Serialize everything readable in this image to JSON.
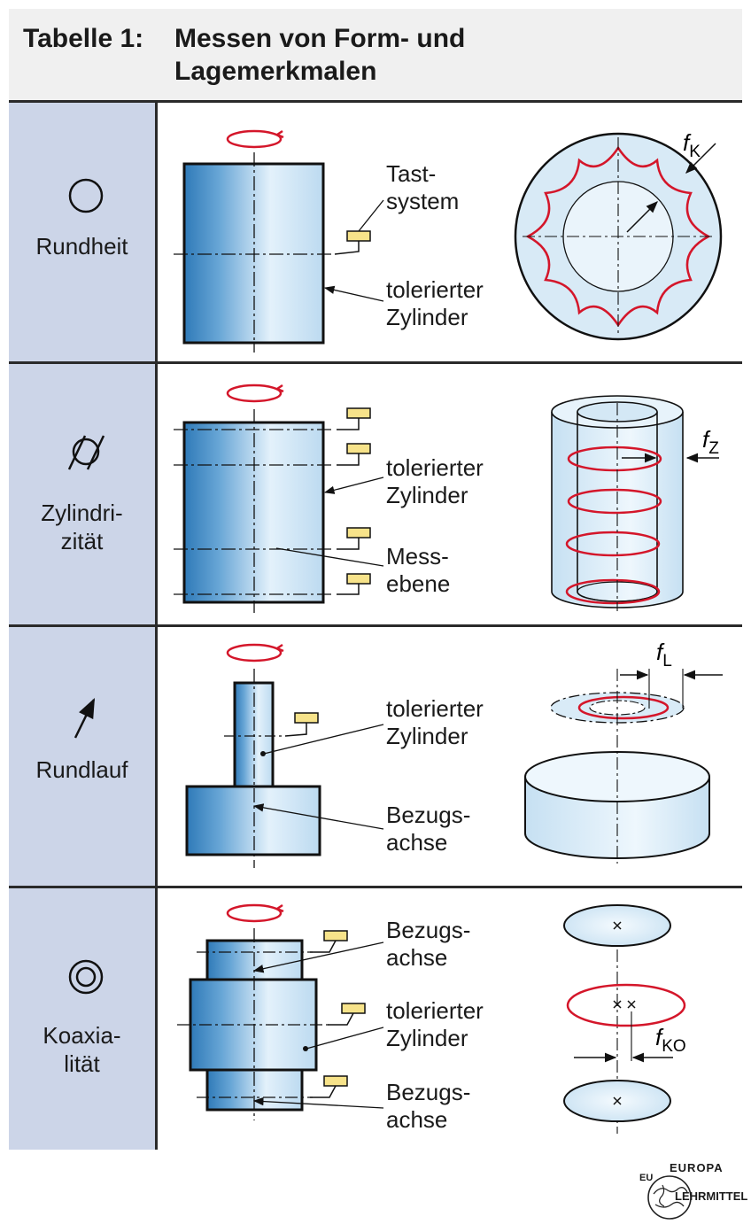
{
  "title": {
    "label": "Tabelle 1:",
    "line1": "Messen von Form- und",
    "line2": "Lagemerkmalen"
  },
  "rows": [
    {
      "name": "Rundheit",
      "symbol_icon": "circle-icon",
      "name_lines": [
        "Rundheit"
      ],
      "labels": {
        "tast1": "Tast-",
        "tast2": "system",
        "tol1": "tolerierter",
        "tol2": "Zylinder"
      },
      "deviation": {
        "letter": "f",
        "sub": "K"
      }
    },
    {
      "name": "Zylindrizität",
      "symbol_icon": "cylindricity-icon",
      "name_lines": [
        "Zylindri-",
        "zität"
      ],
      "labels": {
        "tol1": "tolerierter",
        "tol2": "Zylinder",
        "mess1": "Mess-",
        "mess2": "ebene"
      },
      "deviation": {
        "letter": "f",
        "sub": "Z"
      }
    },
    {
      "name": "Rundlauf",
      "symbol_icon": "runout-arrow-icon",
      "name_lines": [
        "Rundlauf"
      ],
      "labels": {
        "tol1": "tolerierter",
        "tol2": "Zylinder",
        "bez1": "Bezugs-",
        "bez2": "achse"
      },
      "deviation": {
        "letter": "f",
        "sub": "L"
      }
    },
    {
      "name": "Koaxialität",
      "symbol_icon": "concentric-circles-icon",
      "name_lines": [
        "Koaxia-",
        "lität"
      ],
      "labels": {
        "bezA1": "Bezugs-",
        "bezA2": "achse",
        "tol1": "tolerierter",
        "tol2": "Zylinder",
        "bezB1": "Bezugs-",
        "bezB2": "achse"
      },
      "deviation": {
        "letter": "f",
        "sub": "KO"
      }
    }
  ],
  "logo": {
    "top": "EUROPA",
    "left": "EU",
    "right": "LEHRMITTEL"
  },
  "colors": {
    "header_bg": "#f0f0f0",
    "left_col_bg": "#ccd5e8",
    "cylinder_dark": "#2f7ab8",
    "cylinder_light": "#e3f1fb",
    "profile_red": "#d4162a",
    "probe_yellow": "#f7e38a"
  }
}
